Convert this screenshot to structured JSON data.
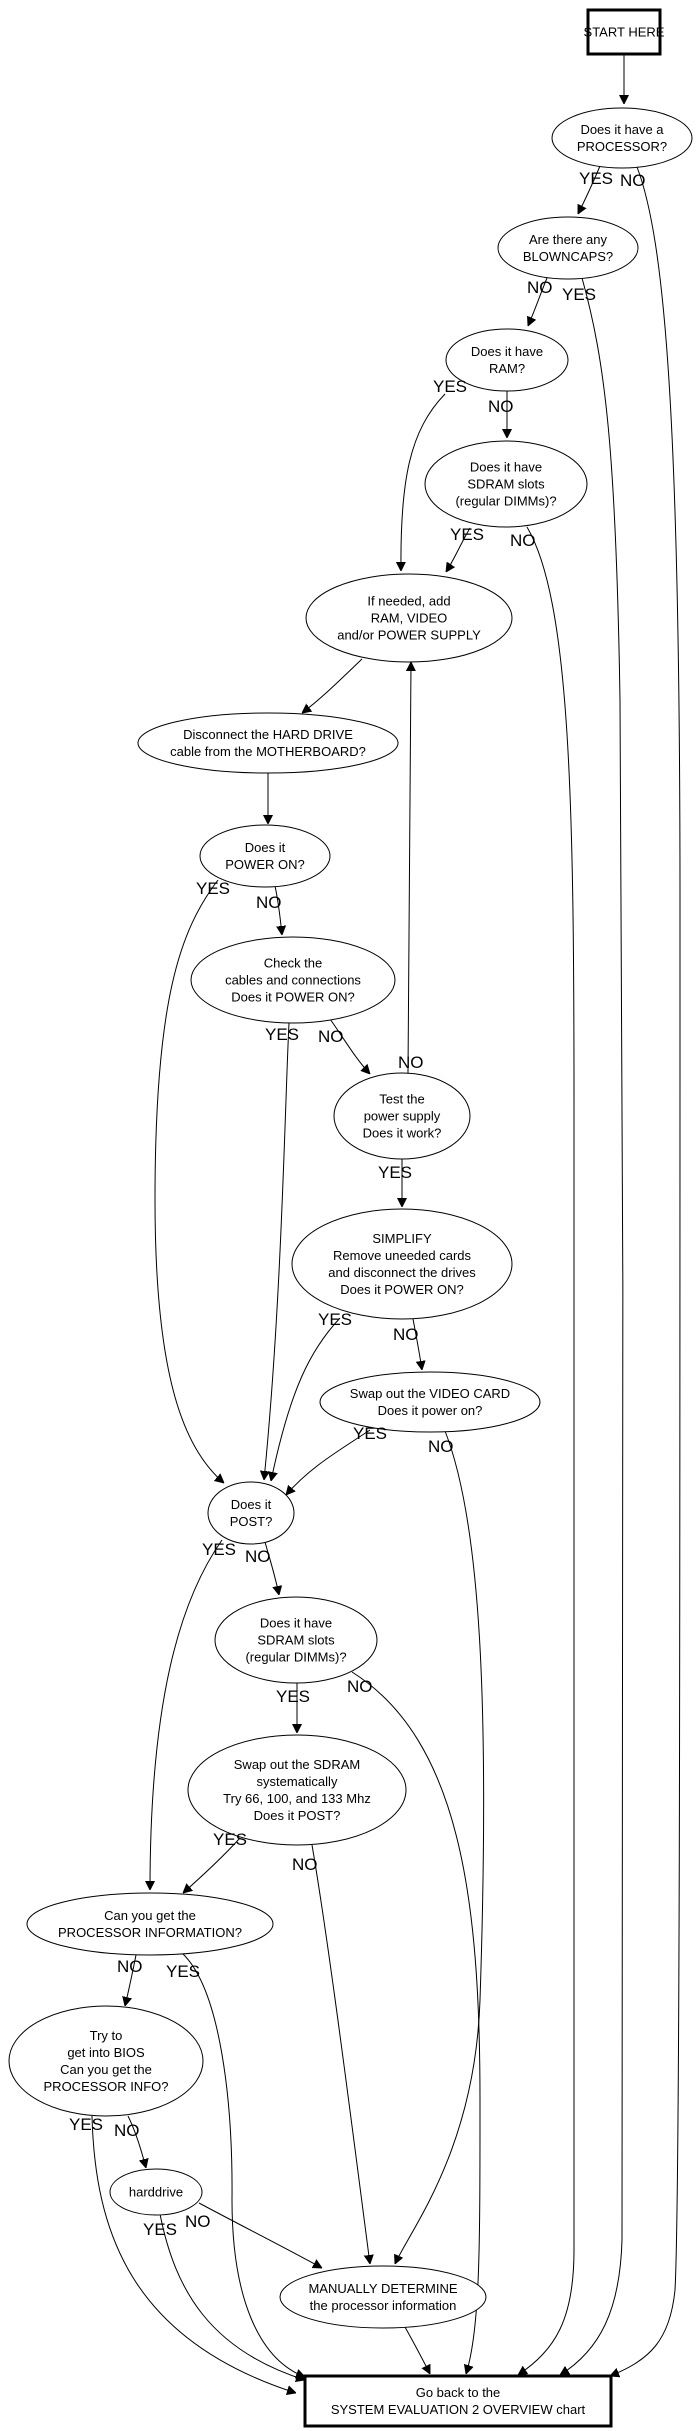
{
  "diagram": {
    "title": "System Evaluation Flowchart",
    "nodes": [
      {
        "id": "start",
        "shape": "box",
        "lines": [
          "START HERE"
        ]
      },
      {
        "id": "processor",
        "shape": "ellipse",
        "lines": [
          "Does it have a",
          "PROCESSOR?"
        ]
      },
      {
        "id": "blowncaps",
        "shape": "ellipse",
        "lines": [
          "Are there any",
          "BLOWNCAPS?"
        ]
      },
      {
        "id": "ram",
        "shape": "ellipse",
        "lines": [
          "Does it have",
          "RAM?"
        ]
      },
      {
        "id": "sdram1",
        "shape": "ellipse",
        "lines": [
          "Does it have",
          "SDRAM slots",
          "(regular DIMMs)?"
        ]
      },
      {
        "id": "add",
        "shape": "ellipse",
        "lines": [
          "If needed, add",
          "RAM, VIDEO",
          "and/or POWER SUPPLY"
        ]
      },
      {
        "id": "disconnect",
        "shape": "ellipse",
        "lines": [
          "Disconnect the HARD DRIVE",
          "cable from the MOTHERBOARD?"
        ]
      },
      {
        "id": "poweron",
        "shape": "ellipse",
        "lines": [
          "Does it",
          "POWER ON?"
        ]
      },
      {
        "id": "cables",
        "shape": "ellipse",
        "lines": [
          "Check the",
          "cables and connections",
          "Does it POWER ON?"
        ]
      },
      {
        "id": "psu",
        "shape": "ellipse",
        "lines": [
          "Test the",
          "power supply",
          "Does it work?"
        ]
      },
      {
        "id": "simplify",
        "shape": "ellipse",
        "lines": [
          "SIMPLIFY",
          "Remove uneeded cards",
          "and disconnect the drives",
          "Does it POWER ON?"
        ]
      },
      {
        "id": "video",
        "shape": "ellipse",
        "lines": [
          "Swap out the VIDEO CARD",
          "Does it power on?"
        ]
      },
      {
        "id": "post",
        "shape": "ellipse",
        "lines": [
          "Does it",
          "POST?"
        ]
      },
      {
        "id": "sdram2",
        "shape": "ellipse",
        "lines": [
          "Does it have",
          "SDRAM slots",
          "(regular DIMMs)?"
        ]
      },
      {
        "id": "swapsdram",
        "shape": "ellipse",
        "lines": [
          "Swap out the SDRAM",
          "systematically",
          "Try 66, 100, and 133 Mhz",
          "Does it POST?"
        ]
      },
      {
        "id": "procinfo",
        "shape": "ellipse",
        "lines": [
          "Can you get the",
          "PROCESSOR INFORMATION?"
        ]
      },
      {
        "id": "bios",
        "shape": "ellipse",
        "lines": [
          "Try to",
          "get into BIOS",
          "Can you get the",
          "PROCESSOR INFO?"
        ]
      },
      {
        "id": "harddrive",
        "shape": "ellipse",
        "lines": [
          "harddrive"
        ]
      },
      {
        "id": "manual",
        "shape": "ellipse",
        "lines": [
          "MANUALLY DETERMINE",
          "the processor information"
        ]
      },
      {
        "id": "goback",
        "shape": "box",
        "lines": [
          "Go back to the",
          "SYSTEM EVALUATION 2 OVERVIEW chart"
        ]
      }
    ],
    "edges": [
      {
        "from": "start",
        "to": "processor",
        "label": ""
      },
      {
        "from": "processor",
        "to": "blowncaps",
        "label": "YES"
      },
      {
        "from": "processor",
        "to": "goback",
        "label": "NO"
      },
      {
        "from": "blowncaps",
        "to": "ram",
        "label": "NO"
      },
      {
        "from": "blowncaps",
        "to": "goback",
        "label": "YES"
      },
      {
        "from": "ram",
        "to": "add",
        "label": "YES"
      },
      {
        "from": "ram",
        "to": "sdram1",
        "label": "NO"
      },
      {
        "from": "sdram1",
        "to": "add",
        "label": "YES"
      },
      {
        "from": "sdram1",
        "to": "goback",
        "label": "NO"
      },
      {
        "from": "add",
        "to": "disconnect",
        "label": ""
      },
      {
        "from": "disconnect",
        "to": "poweron",
        "label": ""
      },
      {
        "from": "poweron",
        "to": "post",
        "label": "YES"
      },
      {
        "from": "poweron",
        "to": "cables",
        "label": "NO"
      },
      {
        "from": "cables",
        "to": "post",
        "label": "YES"
      },
      {
        "from": "cables",
        "to": "psu",
        "label": "NO"
      },
      {
        "from": "psu",
        "to": "add",
        "label": "NO"
      },
      {
        "from": "psu",
        "to": "simplify",
        "label": "YES"
      },
      {
        "from": "simplify",
        "to": "post",
        "label": "YES"
      },
      {
        "from": "simplify",
        "to": "video",
        "label": "NO"
      },
      {
        "from": "video",
        "to": "post",
        "label": "YES"
      },
      {
        "from": "video",
        "to": "manual",
        "label": "NO"
      },
      {
        "from": "post",
        "to": "procinfo",
        "label": "YES"
      },
      {
        "from": "post",
        "to": "sdram2",
        "label": "NO"
      },
      {
        "from": "sdram2",
        "to": "swapsdram",
        "label": "YES"
      },
      {
        "from": "sdram2",
        "to": "goback",
        "label": "NO"
      },
      {
        "from": "swapsdram",
        "to": "procinfo",
        "label": "YES"
      },
      {
        "from": "swapsdram",
        "to": "manual",
        "label": "NO"
      },
      {
        "from": "procinfo",
        "to": "bios",
        "label": "NO"
      },
      {
        "from": "procinfo",
        "to": "goback",
        "label": "YES"
      },
      {
        "from": "bios",
        "to": "goback",
        "label": "YES"
      },
      {
        "from": "bios",
        "to": "harddrive",
        "label": "NO"
      },
      {
        "from": "harddrive",
        "to": "goback",
        "label": "YES"
      },
      {
        "from": "harddrive",
        "to": "manual",
        "label": "NO"
      },
      {
        "from": "manual",
        "to": "goback",
        "label": ""
      }
    ]
  }
}
